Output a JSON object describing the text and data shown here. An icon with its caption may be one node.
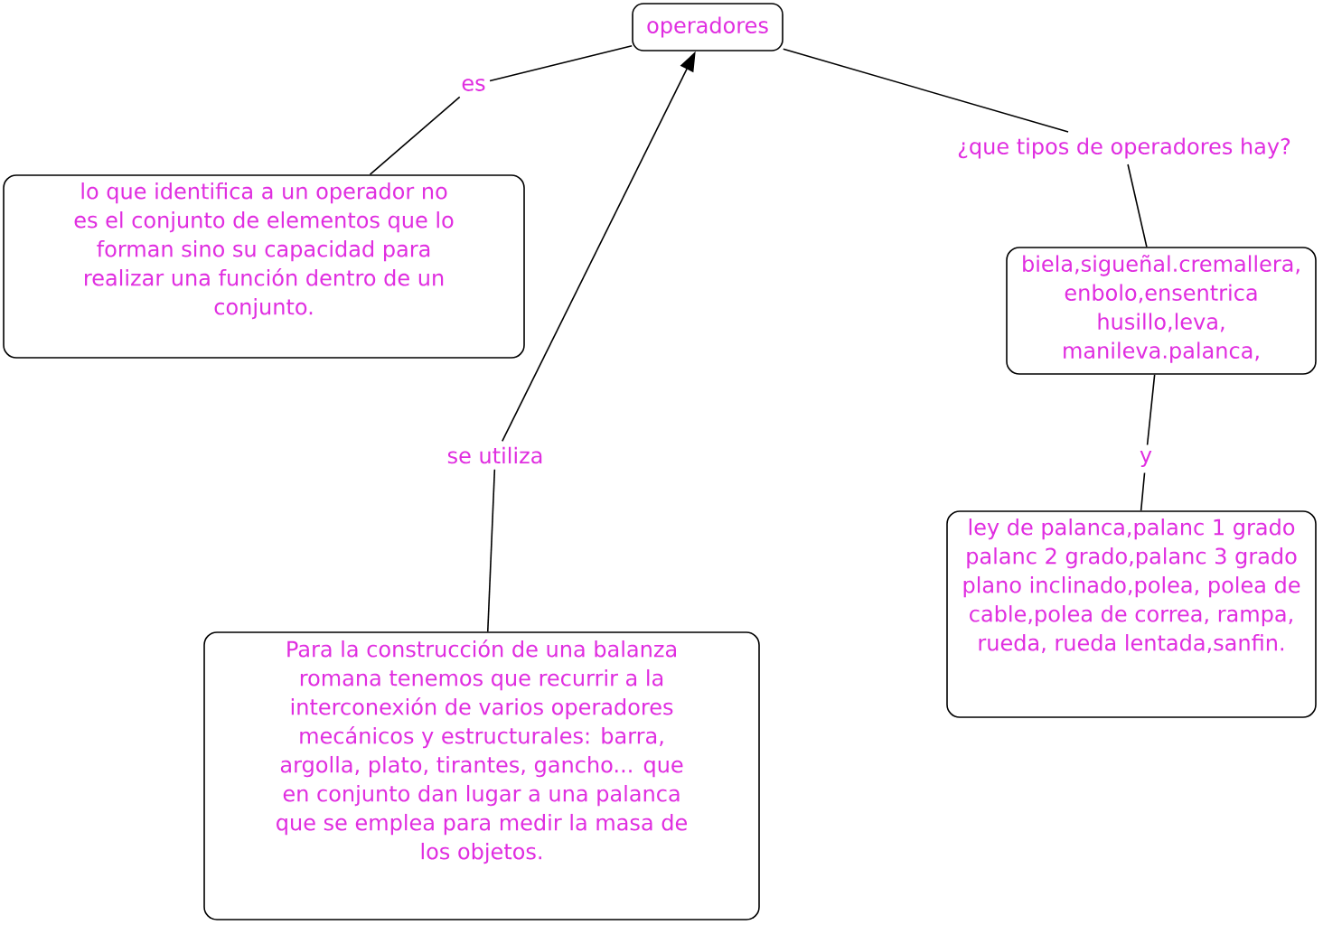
{
  "diagram": {
    "nodes": [
      {
        "text": [
          "operadores"
        ]
      },
      {
        "text": [
          "es"
        ]
      },
      {
        "text": [
          "¿que tipos de operadores hay?"
        ]
      },
      {
        "text": [
          "lo que identifica a un operador no es el conjunto de elementos que lo forman sino su capacidad para realizar una función dentro de un conjunto."
        ]
      },
      {
        "text": [
          "biela,sigueñal.cremallera, enbolo,ensentrica husillo,leva, manileva.palanca,"
        ]
      },
      {
        "text": [
          "se utiliza"
        ]
      },
      {
        "text": [
          "y"
        ]
      },
      {
        "text": [
          "ley de palanca,palanc 1 grado palanc 2 grado,palanc 3 grado plano inclinado,polea, polea de cable,polea de correa, rampa, rueda, rueda lentada,sanfin."
        ]
      },
      {
        "text": [
          "Para la construcción de una balanza romana tenemos que recurrir a la interconexión de varios operadores mecánicos y estructurales: barra, argolla, plato, tirantes, gancho... que en conjunto dan lugar a una palanca que se emplea para medir la masa de los objetos."
        ]
      }
    ],
    "edges": [
      {
        "from": 0,
        "to": 1,
        "arrow": "none"
      },
      {
        "from": 1,
        "to": 3,
        "arrow": "none"
      },
      {
        "from": 0,
        "to": 2,
        "arrow": "none"
      },
      {
        "from": 2,
        "to": 4,
        "arrow": "none"
      },
      {
        "from": 4,
        "to": 6,
        "arrow": "none"
      },
      {
        "from": 6,
        "to": 7,
        "arrow": "none"
      },
      {
        "from": 8,
        "to": 5,
        "arrow": "none"
      },
      {
        "from": 5,
        "to": 0,
        "arrow": "to"
      }
    ]
  }
}
